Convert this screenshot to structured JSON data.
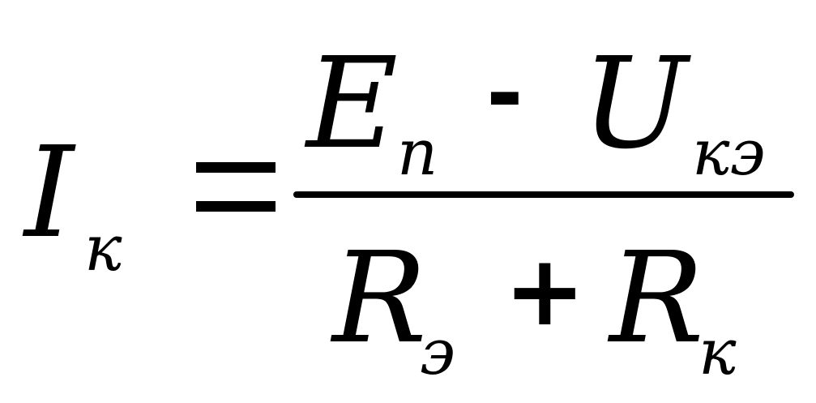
{
  "formula": {
    "lhs": {
      "symbol": "I",
      "subscript": "к"
    },
    "equals": "=",
    "numerator": {
      "term1": {
        "symbol": "E",
        "subscript": "п"
      },
      "operator": "-",
      "term2": {
        "symbol": "U",
        "subscript": "кэ"
      }
    },
    "denominator": {
      "term1": {
        "symbol": "R",
        "subscript": "э"
      },
      "operator": "+",
      "term2": {
        "symbol": "R",
        "subscript": "к"
      }
    }
  }
}
